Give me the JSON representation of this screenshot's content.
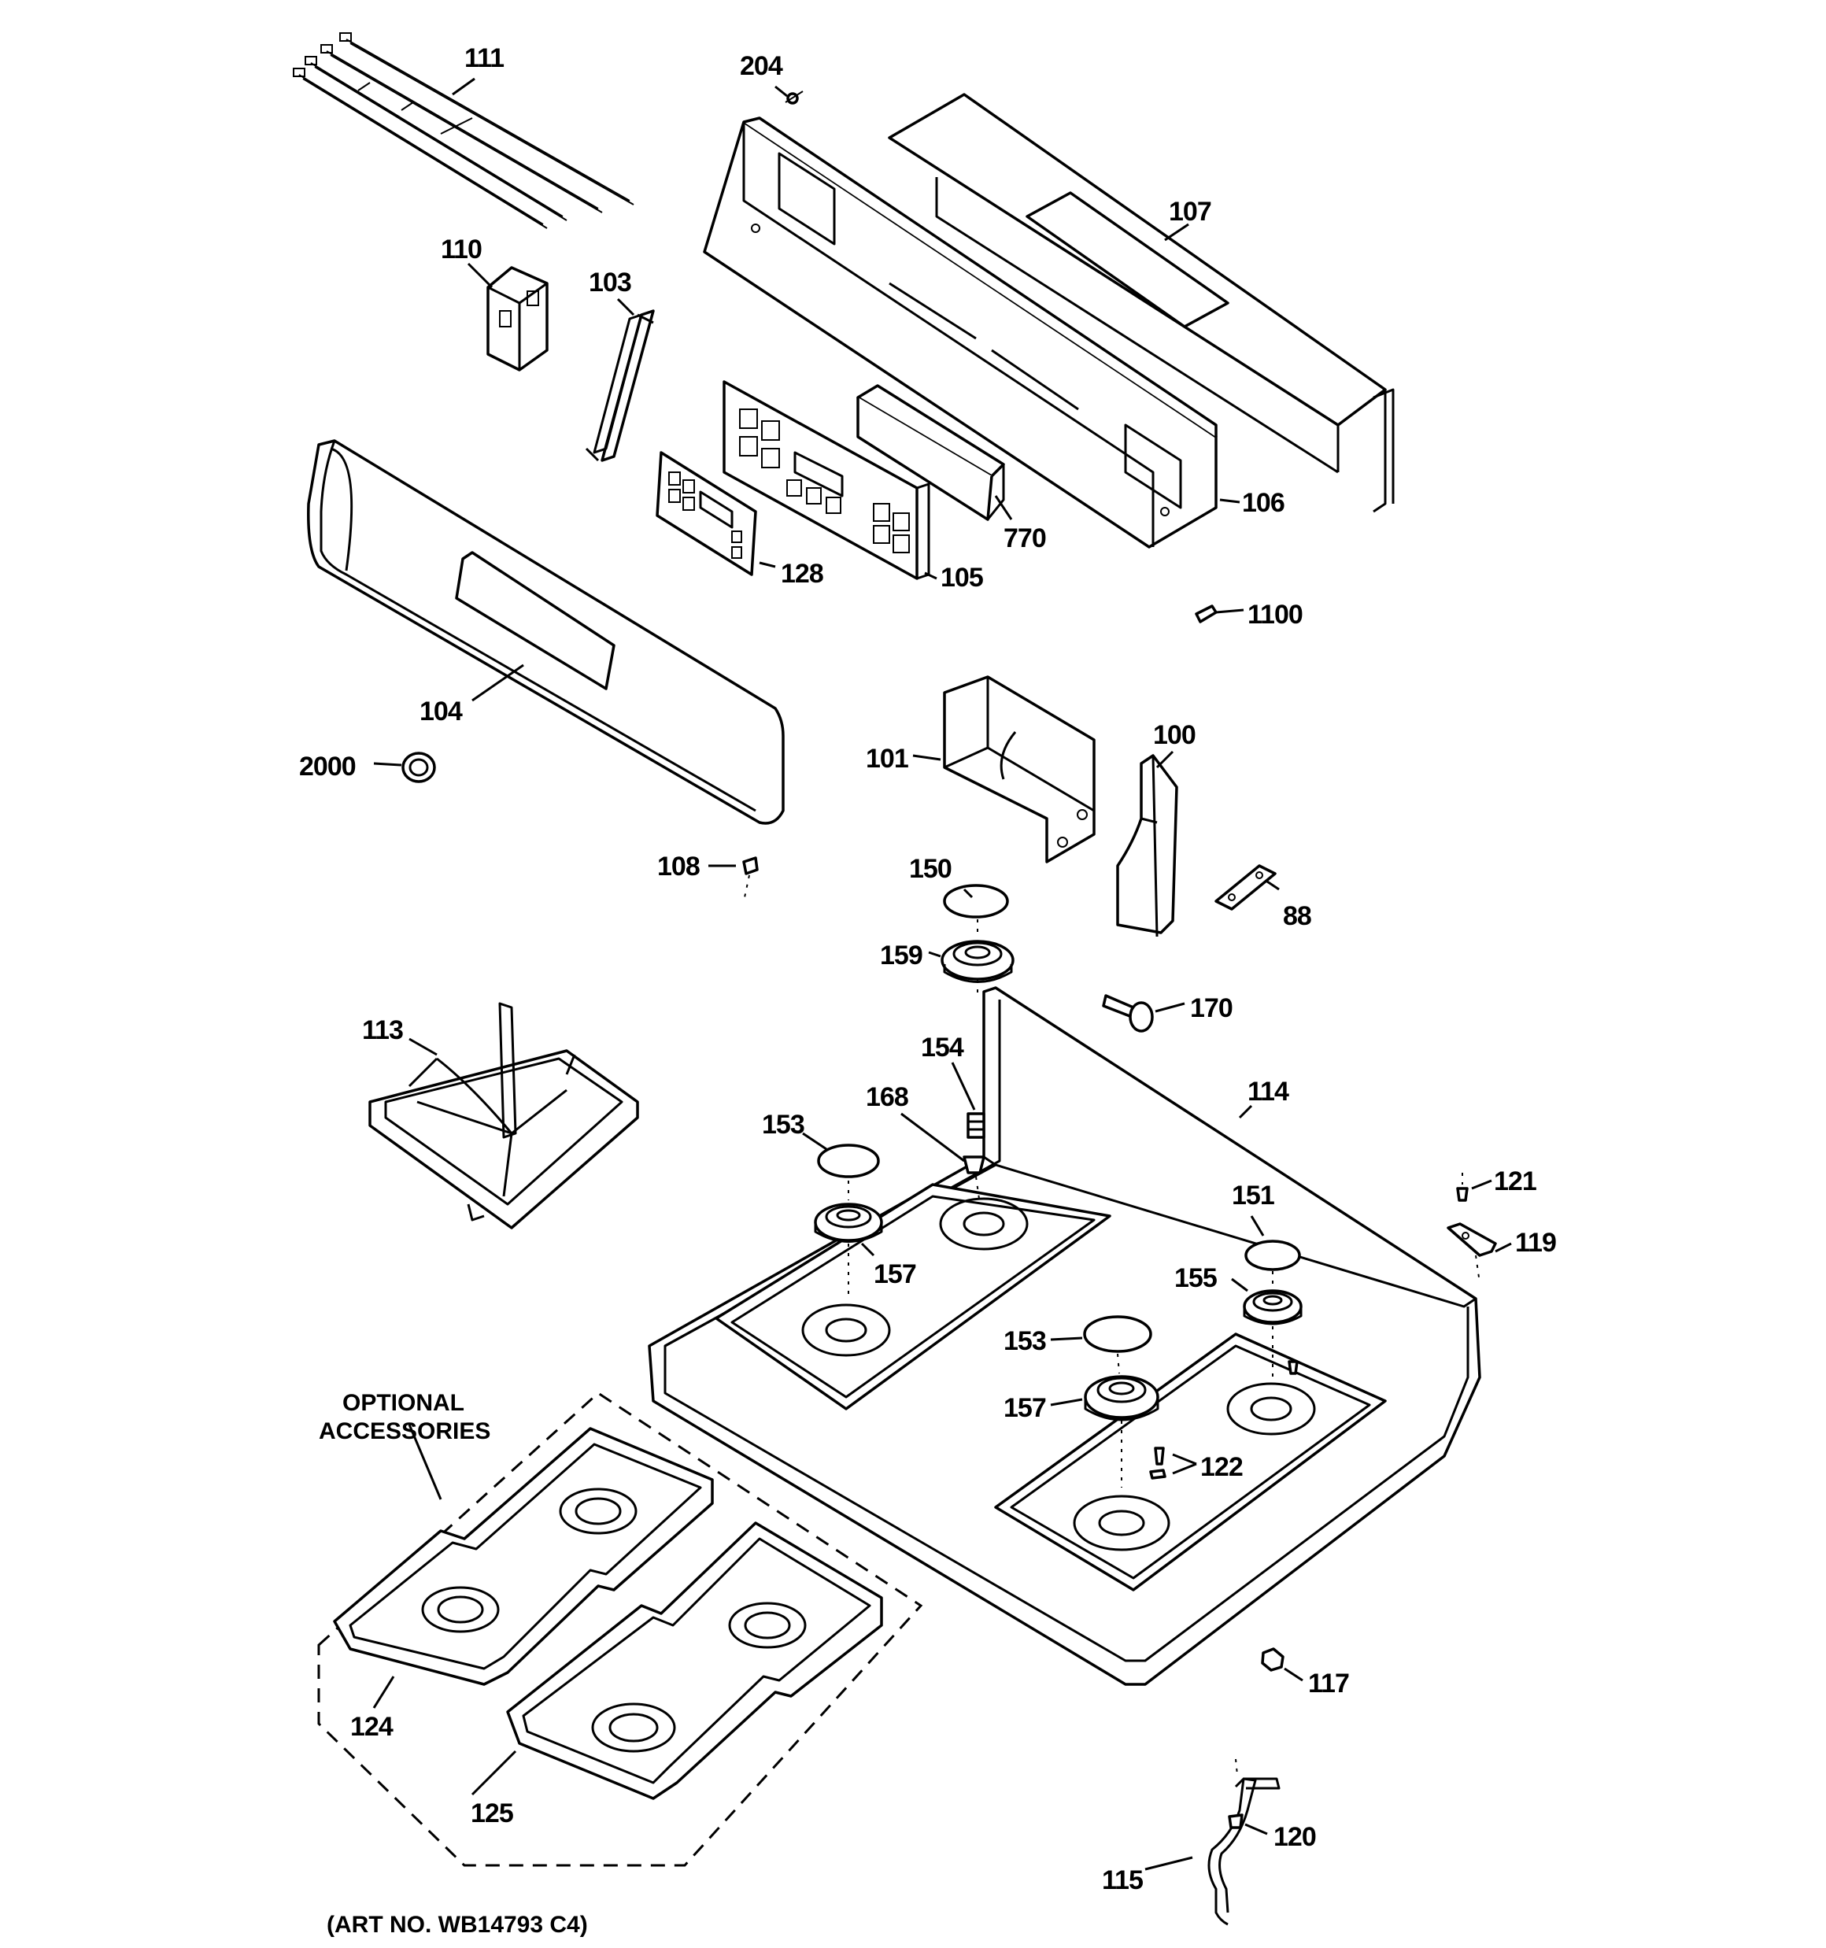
{
  "diagram": {
    "labels": {
      "p111": "111",
      "p204": "204",
      "p107": "107",
      "p110": "110",
      "p103": "103",
      "p106": "106",
      "p770": "770",
      "p128": "128",
      "p105": "105",
      "p1100": "1100",
      "p104": "104",
      "p2000": "2000",
      "p101": "101",
      "p100": "100",
      "p108": "108",
      "p150": "150",
      "p88": "88",
      "p159": "159",
      "p170": "170",
      "p113": "113",
      "p154": "154",
      "p114": "114",
      "p168": "168",
      "p153a": "153",
      "p121": "121",
      "p151": "151",
      "p119": "119",
      "p157a": "157",
      "p155": "155",
      "p153b": "153",
      "p157b": "157",
      "p122": "122",
      "p117": "117",
      "p124": "124",
      "p125": "125",
      "p120": "120",
      "p115": "115"
    },
    "optional_line1": "OPTIONAL",
    "optional_line2": "ACCESSORIES",
    "art_no": "(ART NO. WB14793 C4)"
  }
}
